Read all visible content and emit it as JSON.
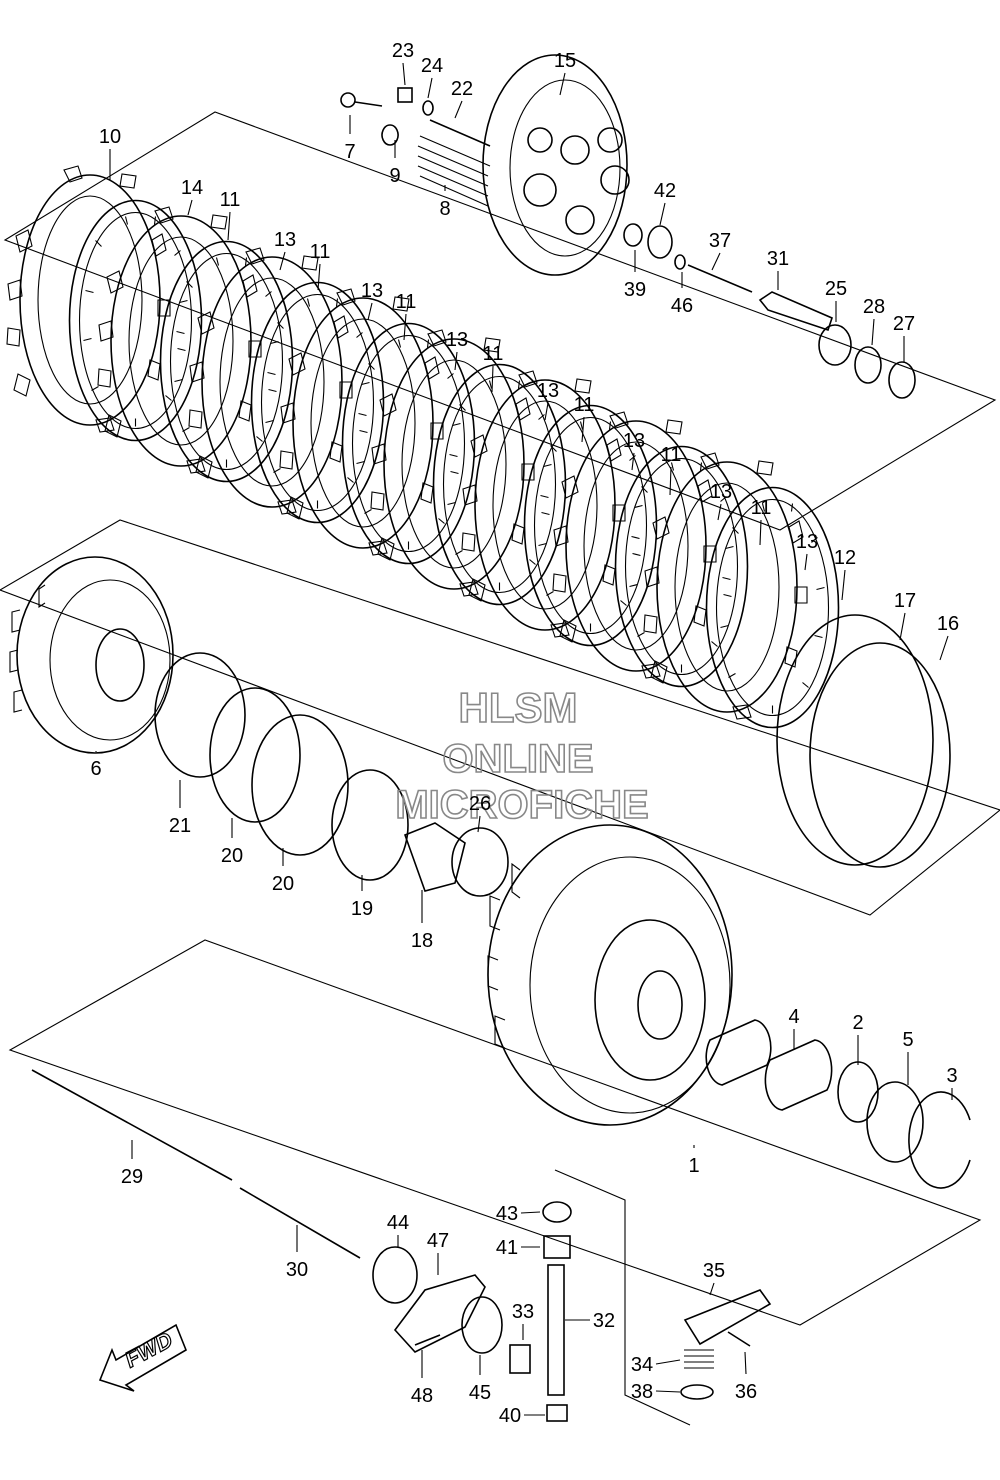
{
  "diagram": {
    "title": "",
    "watermark": [
      "HLSM",
      "ONLINE",
      "MICROFICHE"
    ],
    "direction_arrow_label": "FWD",
    "callouts": [
      {
        "id": "c23",
        "label": "23"
      },
      {
        "id": "c24",
        "label": "24"
      },
      {
        "id": "c22",
        "label": "22"
      },
      {
        "id": "c15",
        "label": "15"
      },
      {
        "id": "c7",
        "label": "7"
      },
      {
        "id": "c9",
        "label": "9"
      },
      {
        "id": "c8",
        "label": "8"
      },
      {
        "id": "c42",
        "label": "42"
      },
      {
        "id": "c37",
        "label": "37"
      },
      {
        "id": "c31",
        "label": "31"
      },
      {
        "id": "c39",
        "label": "39"
      },
      {
        "id": "c46",
        "label": "46"
      },
      {
        "id": "c25",
        "label": "25"
      },
      {
        "id": "c28",
        "label": "28"
      },
      {
        "id": "c27",
        "label": "27"
      },
      {
        "id": "c10",
        "label": "10"
      },
      {
        "id": "c14",
        "label": "14"
      },
      {
        "id": "c11a",
        "label": "11"
      },
      {
        "id": "c13a",
        "label": "13"
      },
      {
        "id": "c11b",
        "label": "11"
      },
      {
        "id": "c13b",
        "label": "13"
      },
      {
        "id": "c11c",
        "label": "11"
      },
      {
        "id": "c13c",
        "label": "13"
      },
      {
        "id": "c11d",
        "label": "11"
      },
      {
        "id": "c13d",
        "label": "13"
      },
      {
        "id": "c11e",
        "label": "11"
      },
      {
        "id": "c13e",
        "label": "13"
      },
      {
        "id": "c11f",
        "label": "11"
      },
      {
        "id": "c13f",
        "label": "13"
      },
      {
        "id": "c11g",
        "label": "11"
      },
      {
        "id": "c13g",
        "label": "13"
      },
      {
        "id": "c12",
        "label": "12"
      },
      {
        "id": "c17",
        "label": "17"
      },
      {
        "id": "c16",
        "label": "16"
      },
      {
        "id": "c6",
        "label": "6"
      },
      {
        "id": "c21",
        "label": "21"
      },
      {
        "id": "c20a",
        "label": "20"
      },
      {
        "id": "c20b",
        "label": "20"
      },
      {
        "id": "c26",
        "label": "26"
      },
      {
        "id": "c19",
        "label": "19"
      },
      {
        "id": "c18",
        "label": "18"
      },
      {
        "id": "c4",
        "label": "4"
      },
      {
        "id": "c2",
        "label": "2"
      },
      {
        "id": "c5",
        "label": "5"
      },
      {
        "id": "c3",
        "label": "3"
      },
      {
        "id": "c1",
        "label": "1"
      },
      {
        "id": "c29",
        "label": "29"
      },
      {
        "id": "c30",
        "label": "30"
      },
      {
        "id": "c44",
        "label": "44"
      },
      {
        "id": "c47",
        "label": "47"
      },
      {
        "id": "c43",
        "label": "43"
      },
      {
        "id": "c41",
        "label": "41"
      },
      {
        "id": "c33",
        "label": "33"
      },
      {
        "id": "c32",
        "label": "32"
      },
      {
        "id": "c35",
        "label": "35"
      },
      {
        "id": "c34",
        "label": "34"
      },
      {
        "id": "c36",
        "label": "36"
      },
      {
        "id": "c38",
        "label": "38"
      },
      {
        "id": "c48",
        "label": "48"
      },
      {
        "id": "c45",
        "label": "45"
      },
      {
        "id": "c40",
        "label": "40"
      }
    ]
  }
}
